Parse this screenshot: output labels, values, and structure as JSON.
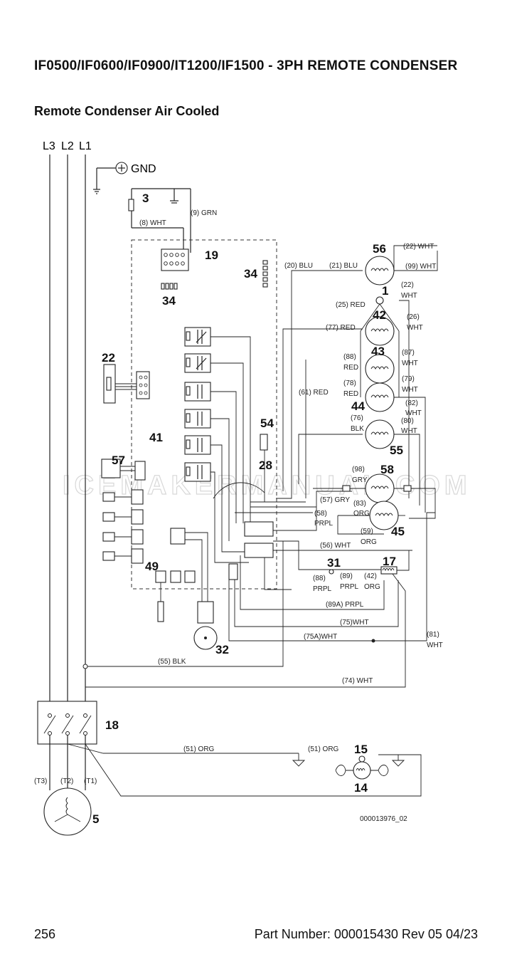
{
  "header": {
    "title": "IF0500/IF0600/IF0900/IT1200/IF1500 - 3PH REMOTE CONDENSER",
    "subtitle": "Remote Condenser Air Cooled"
  },
  "diagram": {
    "lines": {
      "l3": "L3",
      "l2": "L2",
      "l1": "L1"
    },
    "gnd": "GND",
    "components": {
      "c3": "3",
      "c19": "19",
      "c34a": "34",
      "c34b": "34",
      "c22": "22",
      "c41": "41",
      "c57": "57",
      "c49": "49",
      "c54": "54",
      "c28": "28",
      "c32": "32",
      "c56": "56",
      "c1": "1",
      "c42": "42",
      "c43": "43",
      "c44": "44",
      "c55": "55",
      "c58": "58",
      "c45": "45",
      "c31": "31",
      "c17": "17",
      "c18": "18",
      "c15": "15",
      "c14": "14",
      "c5": "5"
    },
    "wires": {
      "w9_grn": "(9) GRN",
      "w8_wht": "(8) WHT",
      "w20_blu": "(20) BLU",
      "w21_blu": "(21) BLU",
      "w22_wht_top": "(22) WHT",
      "w99_wht": "(99) WHT",
      "w22_a": "(22)",
      "w22_b": "WHT",
      "w25_red": "(25) RED",
      "w26_a": "(26)",
      "w26_b": "WHT",
      "w77_red": "(77) RED",
      "w88_a": "(88)",
      "w88_b": "RED",
      "w87_a": "(87)",
      "w87_b": "WHT",
      "w78_a": "(78)",
      "w78_b": "RED",
      "w79_a": "(79)",
      "w79_b": "WHT",
      "w61_red": "(61) RED",
      "w82_a": "(82)",
      "w82_b": "WHT",
      "w76_a": "(76)",
      "w76_b": "BLK",
      "w80_a": "(80)",
      "w80_b": "WHT",
      "w98_a": "(98)",
      "w98_b": "GRY",
      "w57_gry": "(57) GRY",
      "w83_a": "(83)",
      "w83_b": "ORG",
      "w58_a": "(58)",
      "w58_b": "PRPL",
      "w59_a": "(59)",
      "w59_b": "ORG",
      "w56_wht": "(56) WHT",
      "w88p_a": "(88)",
      "w88p_b": "PRPL",
      "w89_a": "(89)",
      "w89_b": "PRPL",
      "w42_a": "(42)",
      "w42_b": "ORG",
      "w89a_prpl": "(89A) PRPL",
      "w75_wht": "(75)WHT",
      "w75a_wht": "(75A)WHT",
      "w81_a": "(81)",
      "w81_b": "WHT",
      "w55_blk": "(55) BLK",
      "w74_wht": "(74) WHT",
      "w51_orga": "(51) ORG",
      "w51_orgb": "(51) ORG",
      "t3": "(T3)",
      "t2": "(T2)",
      "t1": "(T1)"
    },
    "drawing_number": "000013976_02",
    "watermark": "ICEMAKERMANUAL.COM"
  },
  "footer": {
    "page_number": "256",
    "part_number": "Part Number: 000015430 Rev 05 04/23"
  }
}
